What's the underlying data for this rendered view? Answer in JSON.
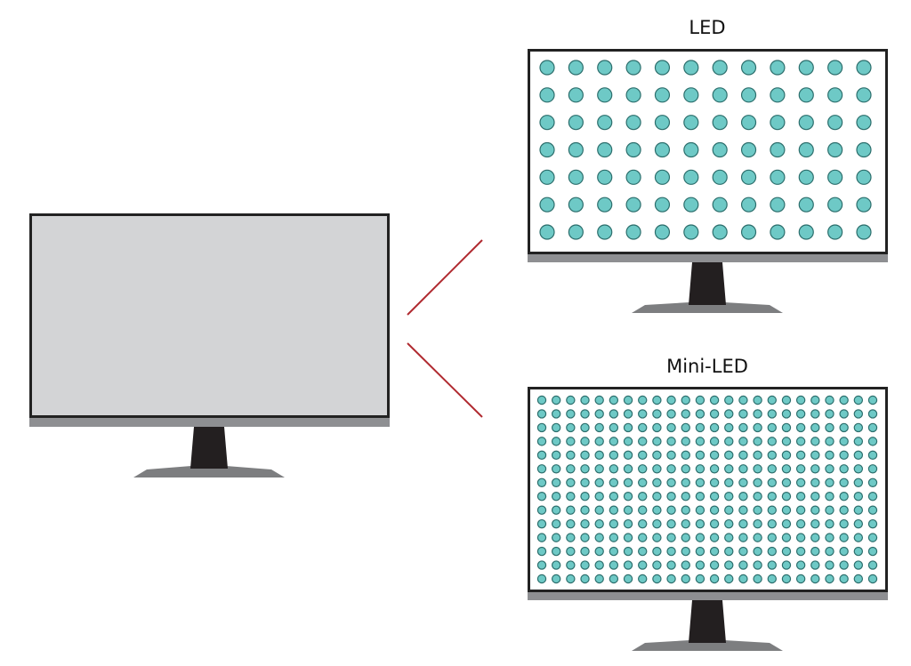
{
  "labels": {
    "led": "LED",
    "mini_led": "Mini-LED"
  },
  "grids": {
    "led": {
      "columns": 12,
      "rows": 7
    },
    "mini_led": {
      "columns": 24,
      "rows": 14
    }
  },
  "colors": {
    "frame": "#222222",
    "plain_screen": "#d3d4d6",
    "backlit_screen": "#ffffff",
    "chin": "#8e8f92",
    "neck": "#231f20",
    "base": "#7d7e80",
    "dot_fill": "#6ec9c6",
    "dot_stroke": "#2c6e6c",
    "connector": "#b02a30"
  }
}
